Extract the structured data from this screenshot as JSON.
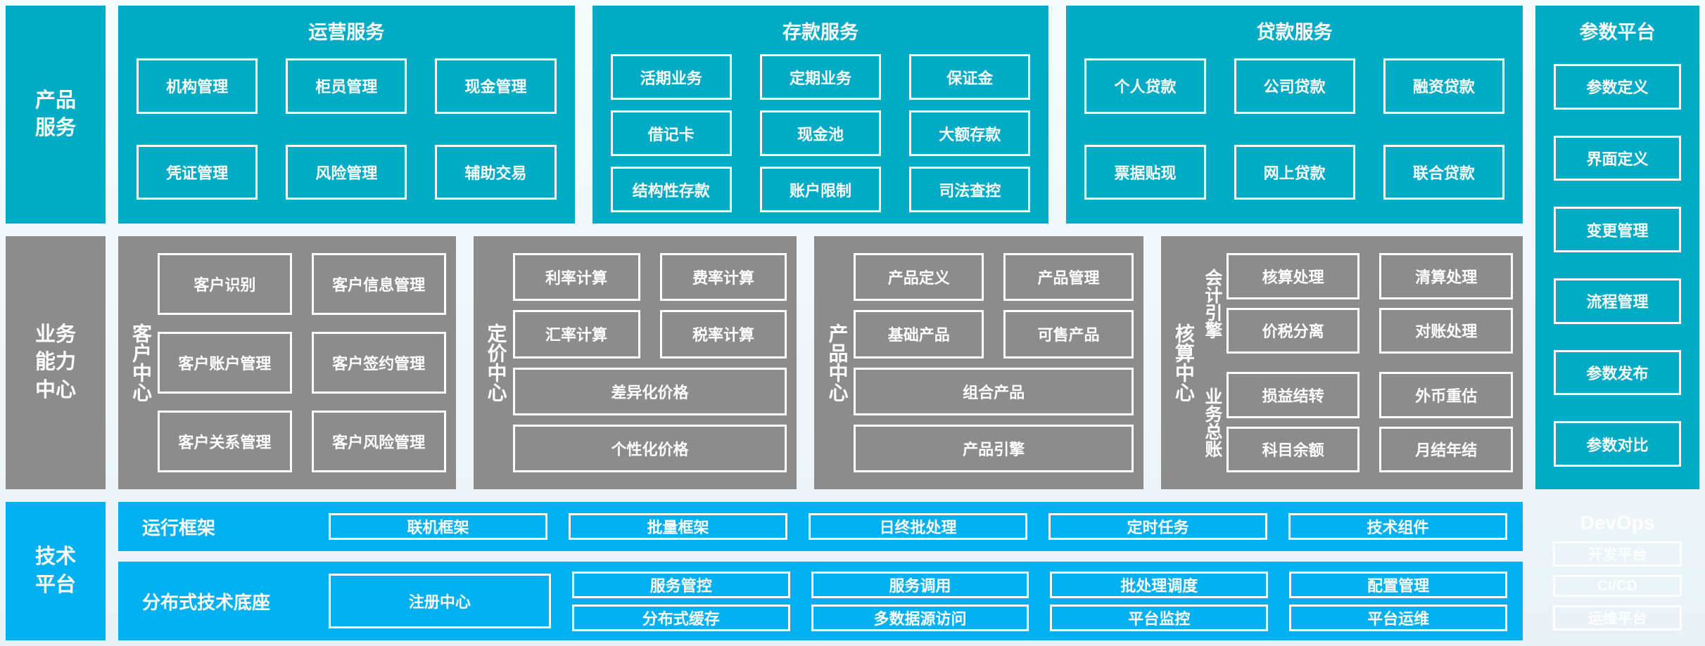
{
  "colors": {
    "product_layer_teal": "#00abc6",
    "capability_layer_gray": "#8c8c8c",
    "tech_layer_blue": "#00b0f0",
    "box_border_white": "#ffffff",
    "page_background": "#eef6fa"
  },
  "left_labels": {
    "product_services": "产品\n服务",
    "business_capability": "业务\n能力\n中心",
    "tech_platform": "技术\n平台"
  },
  "operation_services": {
    "title": "运营服务",
    "items": [
      "机构管理",
      "柜员管理",
      "现金管理",
      "凭证管理",
      "风险管理",
      "辅助交易"
    ]
  },
  "deposit_services": {
    "title": "存款服务",
    "items": [
      "活期业务",
      "定期业务",
      "保证金",
      "借记卡",
      "现金池",
      "大额存款",
      "结构性存款",
      "账户限制",
      "司法查控"
    ]
  },
  "loan_services": {
    "title": "贷款服务",
    "items": [
      "个人贷款",
      "公司贷款",
      "融资贷款",
      "票据贴现",
      "网上贷款",
      "联合贷款"
    ]
  },
  "parameter_platform": {
    "title": "参数平台",
    "items": [
      "参数定义",
      "界面定义",
      "变更管理",
      "流程管理",
      "参数发布",
      "参数对比"
    ]
  },
  "customer_center": {
    "label": "客户中心",
    "items": [
      "客户识别",
      "客户信息管理",
      "客户账户管理",
      "客户签约管理",
      "客户关系管理",
      "客户风险管理"
    ]
  },
  "pricing_center": {
    "label": "定价中心",
    "items_small": [
      "利率计算",
      "费率计算",
      "汇率计算",
      "税率计算"
    ],
    "items_wide": [
      "差异化价格",
      "个性化价格"
    ]
  },
  "product_center": {
    "label": "产品中心",
    "items_small": [
      "产品定义",
      "产品管理",
      "基础产品",
      "可售产品"
    ],
    "items_wide": [
      "组合产品",
      "产品引擎"
    ]
  },
  "accounting_center": {
    "label": "核算中心",
    "groups": [
      {
        "label": "会计引擎",
        "items": [
          "核算处理",
          "清算处理",
          "价税分离",
          "对账处理"
        ]
      },
      {
        "label": "业务总账",
        "items": [
          "损益结转",
          "外币重估",
          "科目余额",
          "月结年结"
        ]
      }
    ]
  },
  "runtime_framework": {
    "label": "运行框架",
    "items": [
      "联机框架",
      "批量框架",
      "日终批处理",
      "定时任务",
      "技术组件"
    ]
  },
  "distributed_base": {
    "label": "分布式技术底座",
    "registry": "注册中心",
    "columns": [
      [
        "服务管控",
        "分布式缓存"
      ],
      [
        "服务调用",
        "多数据源访问"
      ],
      [
        "批处理调度",
        "平台监控"
      ],
      [
        "配置管理",
        "平台运维"
      ]
    ]
  },
  "devops": {
    "title": "DevOps",
    "items": [
      "开发平台",
      "CI/CD",
      "运维平台"
    ]
  }
}
